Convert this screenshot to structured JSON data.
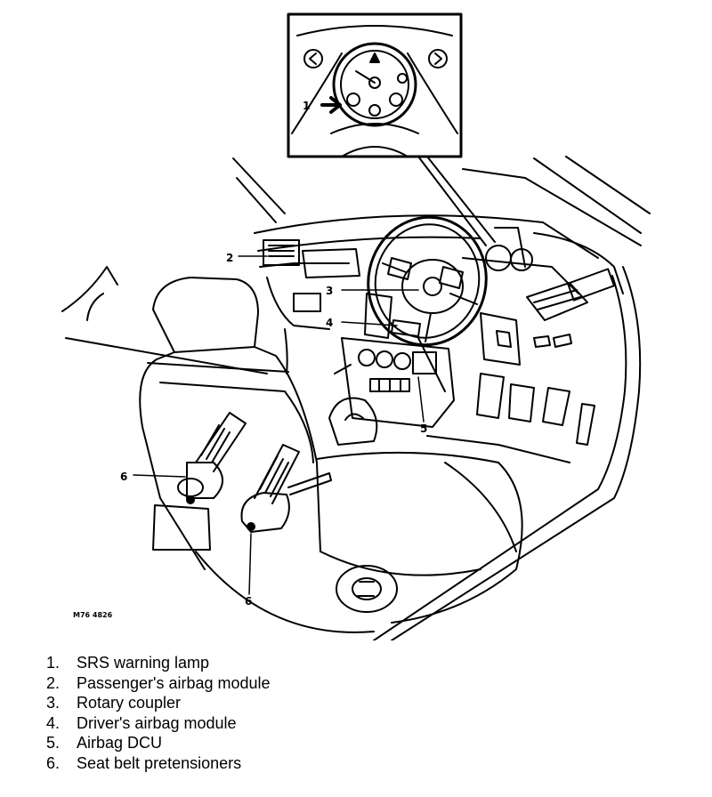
{
  "diagram": {
    "callouts": {
      "c1": "1",
      "c2": "2",
      "c3": "3",
      "c4": "4",
      "c5": "5",
      "c6a": "6",
      "c6b": "6"
    },
    "reference_code": "M76 4826"
  },
  "legend": {
    "items": [
      {
        "num": "1.",
        "label": "SRS warning lamp"
      },
      {
        "num": "2.",
        "label": "Passenger's airbag module"
      },
      {
        "num": "3.",
        "label": "Rotary coupler"
      },
      {
        "num": "4.",
        "label": "Driver's airbag module"
      },
      {
        "num": "5.",
        "label": "Airbag DCU"
      },
      {
        "num": "6.",
        "label": "Seat belt pretensioners"
      }
    ]
  }
}
